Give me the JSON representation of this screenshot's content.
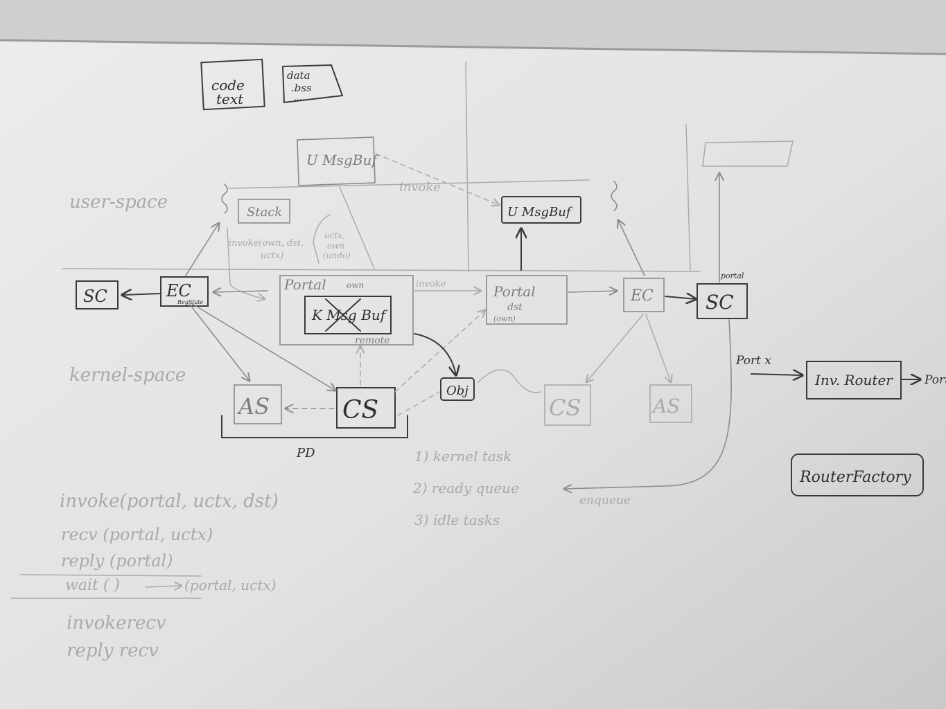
{
  "sections": {
    "user_space": "user-space",
    "kernel_space": "kernel-space"
  },
  "boxes": {
    "code_text_1": "code",
    "code_text_2": "text",
    "data_bss_1": "data",
    "data_bss_2": ".bss",
    "data_bss_3": "....",
    "umsgbuf_src": "U MsgBuf",
    "umsgbuf_dst": "U MsgBuf",
    "stack": "Stack",
    "sc_left": "SC",
    "ec_left": "EC",
    "ec_left_sub": "RegState",
    "portal_own": "Portal",
    "portal_own_sup": "own",
    "kmsgbuf": "K Msg Buf",
    "remote": "remote",
    "portal_dst": "Portal",
    "portal_dst_sub": "dst",
    "portal_dst_sub2": "(own)",
    "ec_right": "EC",
    "sc_right": "SC",
    "portal_label": "portal",
    "as_left": "AS",
    "cs_left": "CS",
    "obj": "Obj",
    "cs_right": "CS",
    "as_right": "AS",
    "pd": "PD",
    "inv_router": "Inv. Router",
    "router_factory": "RouterFactory"
  },
  "annotations": {
    "invoke_top": "invoke",
    "invoke_mid": "invoke",
    "invoke_args_1": "invoke(own, dst,",
    "invoke_args_2": "uctx)",
    "uctx_1": "uctx,",
    "uctx_2": "own",
    "uctx_3": "(undo)",
    "port_x": "Port x",
    "port_out": "Port",
    "enqueue": "enqueue"
  },
  "scheduler_list": [
    "1) kernel task",
    "2) ready queue",
    "3) idle tasks"
  ],
  "api_calls": [
    "invoke(portal, uctx, dst)",
    "recv (portal, uctx)",
    "reply (portal)",
    "wait ( )",
    "invokerecv",
    "reply recv"
  ],
  "api_wait_result": "(portal, uctx)"
}
